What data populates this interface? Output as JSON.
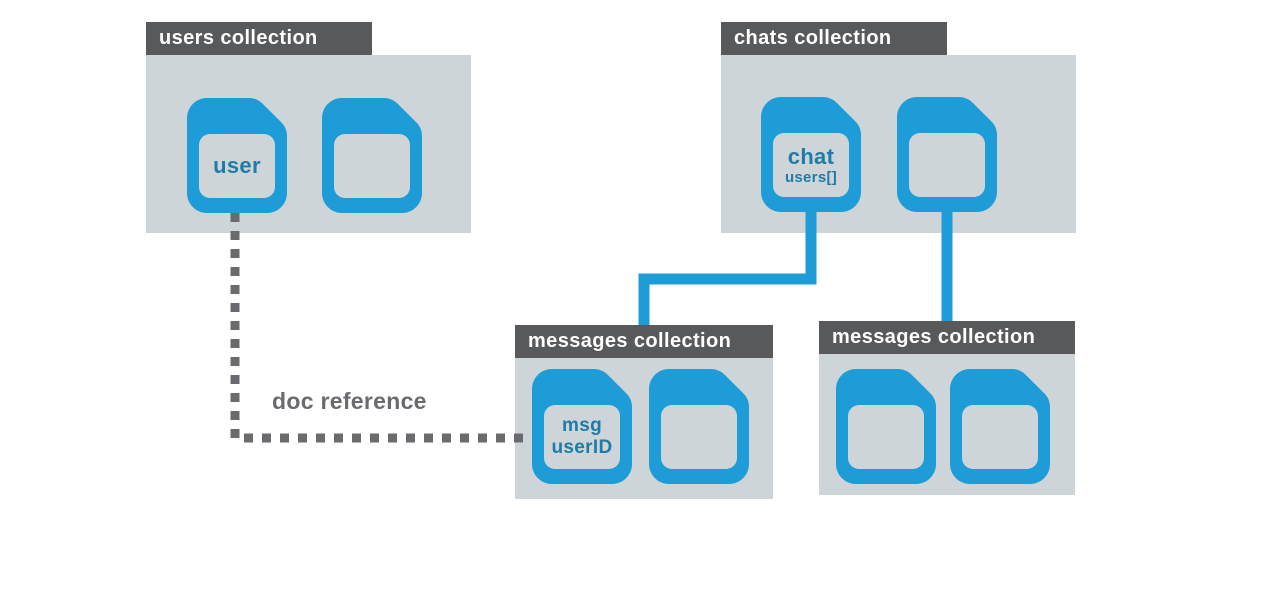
{
  "colors": {
    "blue": "#1E9CD7",
    "panel": "#CDD5D8",
    "header": "#58595B",
    "dash": "#6A6B6E",
    "doc_label": "#1F7CA8",
    "background": "#FFFFFF"
  },
  "collections": [
    {
      "id": "users",
      "label": "users collection",
      "docs": [
        {
          "lines": [
            "user"
          ]
        },
        {
          "lines": []
        }
      ]
    },
    {
      "id": "chats",
      "label": "chats collection",
      "docs": [
        {
          "lines": [
            "chat",
            "users[]"
          ]
        },
        {
          "lines": []
        }
      ]
    },
    {
      "id": "messages_left",
      "label": "messages collection",
      "docs": [
        {
          "lines": [
            "msg",
            "userID"
          ]
        },
        {
          "lines": []
        }
      ]
    },
    {
      "id": "messages_right",
      "label": "messages collection",
      "docs": [
        {
          "lines": []
        },
        {
          "lines": []
        }
      ]
    }
  ],
  "connectors": [
    {
      "from": "chats doc 1",
      "to": "messages_left",
      "style": "solid"
    },
    {
      "from": "chats doc 2",
      "to": "messages_right",
      "style": "solid"
    },
    {
      "from": "users doc 1",
      "to": "messages_left doc 1",
      "style": "dashed",
      "label": "doc reference"
    }
  ]
}
